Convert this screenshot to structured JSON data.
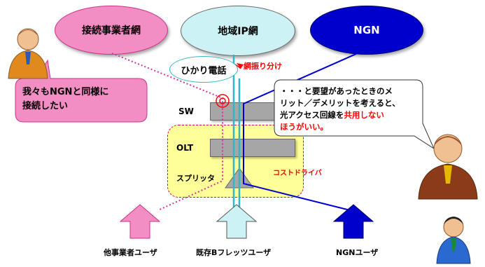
{
  "networks": {
    "other_operator": "接続事業者網",
    "regional_ip": "地域IP網",
    "ngn": "NGN"
  },
  "hikari_phone": "ひかり電話",
  "network_split": "網振り分け",
  "equipment": {
    "sw": "SW",
    "olt": "OLT",
    "splitter": "スプリッタ"
  },
  "cost_driver": "コストドライバ",
  "left_bubble": [
    "我々もNGNと同様に",
    "接続したい"
  ],
  "right_bubble": {
    "line1": "・・・と要望があったときのメ",
    "line2": "リット／デメリットを考えると、",
    "line3_prefix": "光アクセス回線を",
    "line3_highlight": "共用しない",
    "line4_highlight": "ほうがいい。"
  },
  "users": {
    "other": "他事業者ユーザ",
    "existing_b_flets": "既存Bフレッツユーザ",
    "ngn": "NGNユーザ"
  },
  "colors": {
    "pink": "#f28ec4",
    "cyan_light": "#ccf2f5",
    "navy": "#0000cc",
    "yellow_area": "#ffff99",
    "red_text": "#ff0000"
  }
}
